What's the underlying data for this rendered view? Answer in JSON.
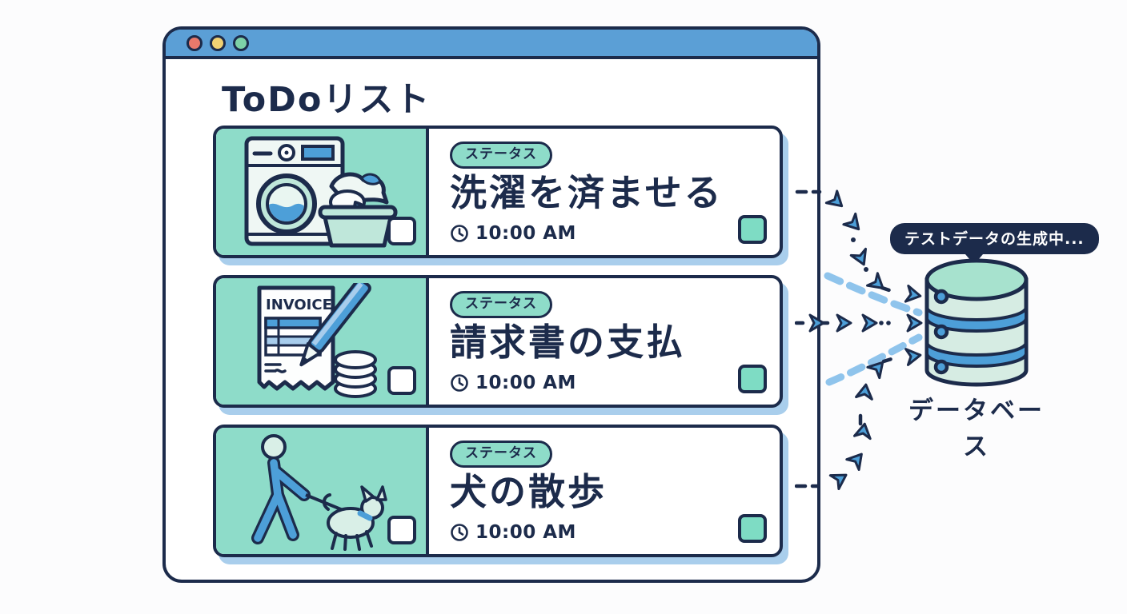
{
  "window": {
    "title": "ToDoリスト",
    "traffic_lights": {
      "close": "#e8796b",
      "minimize": "#f0d173",
      "maximize": "#7dd1a7"
    }
  },
  "tasks": [
    {
      "icon": "washing-machine-icon",
      "badge": "ステータス",
      "title": "洗濯を済ませる",
      "time": "10:00 AM"
    },
    {
      "icon": "invoice-icon",
      "badge": "ステータス",
      "title": "請求書の支払",
      "time": "10:00 AM",
      "invoice_text": "INVOICE"
    },
    {
      "icon": "dog-walking-icon",
      "badge": "ステータス",
      "title": "犬の散歩",
      "time": "10:00 AM"
    }
  ],
  "database": {
    "label": "データベース",
    "tooltip": "テストデータの生成中...",
    "icon": "database-icon"
  },
  "icons": {
    "time": "clock-icon",
    "flow": "data-flow-arrows"
  },
  "colors": {
    "navy_outline": "#1c2b4b",
    "titlebar_blue": "#5b9fd6",
    "mint_panel": "#8edcc9",
    "checkbox_teal": "#7edcc4",
    "card_shadow_blue": "#a9ceec",
    "arrow_blue": "#4d9fd8",
    "dashed_light_blue": "#8fc4ec",
    "db_body": "#d6ece3",
    "db_top": "#a7e2ce"
  }
}
